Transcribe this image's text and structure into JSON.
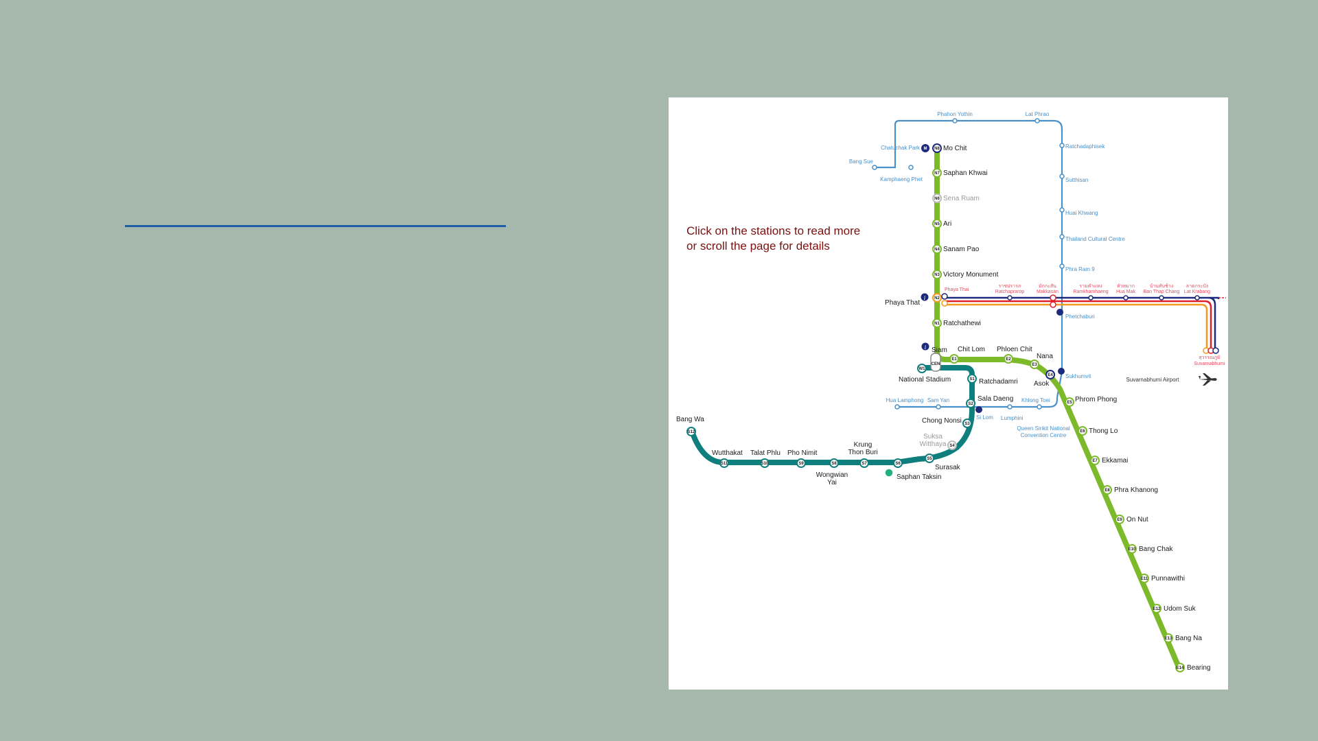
{
  "hint": {
    "line1": "Click on the stations to read more",
    "line2": "or scroll the page for details"
  },
  "colors": {
    "background": "#a6b7ac",
    "rule": "#1f5fa8",
    "sukhumvit_line": "#7cba2b",
    "silom_line": "#0f7f7d",
    "mrt_line": "#4a90c8",
    "airport_rail_red": "#e0202a",
    "airport_rail_orange": "#f29a1f",
    "airport_rail_navy": "#1b2a7a",
    "hint_text": "#7a1010"
  },
  "sukhumvit": {
    "N8": {
      "code": "N8",
      "name": "Mo Chit"
    },
    "N7": {
      "code": "N7",
      "name": "Saphan Khwai"
    },
    "N6": {
      "code": "N6",
      "name": "Sena Ruam"
    },
    "N5": {
      "code": "N5",
      "name": "Ari"
    },
    "N4": {
      "code": "N4",
      "name": "Sanam Pao"
    },
    "N3": {
      "code": "N3",
      "name": "Victory Monument"
    },
    "N2": {
      "code": "N2",
      "name": "Phaya That"
    },
    "N1": {
      "code": "N1",
      "name": "Ratchathewi"
    },
    "CEN": {
      "code": "CEN",
      "name": "Siam"
    },
    "E1": {
      "code": "E1",
      "name": "Chit Lom"
    },
    "E2": {
      "code": "E2",
      "name": "Phloen Chit"
    },
    "E3": {
      "code": "E3",
      "name": "Nana"
    },
    "E4": {
      "code": "E4",
      "name": "Asok"
    },
    "E5": {
      "code": "E5",
      "name": "Phrom Phong"
    },
    "E6": {
      "code": "E6",
      "name": "Thong Lo"
    },
    "E7": {
      "code": "E7",
      "name": "Ekkamai"
    },
    "E8": {
      "code": "E8",
      "name": "Phra Khanong"
    },
    "E9": {
      "code": "E9",
      "name": "On Nut"
    },
    "E10": {
      "code": "E10",
      "name": "Bang Chak"
    },
    "E11": {
      "code": "E11",
      "name": "Punnawithi"
    },
    "E12": {
      "code": "E12",
      "name": "Udom Suk"
    },
    "E13": {
      "code": "E13",
      "name": "Bang Na"
    },
    "E14": {
      "code": "E14",
      "name": "Bearing"
    }
  },
  "silom": {
    "W1": {
      "code": "W1",
      "name": "National Stadium"
    },
    "S1": {
      "code": "S1",
      "name": "Ratchadamri"
    },
    "S2": {
      "code": "S2",
      "name": "Sala Daeng"
    },
    "S3": {
      "code": "S3",
      "name": "Chong Nonsi"
    },
    "S4_line1": "Suksa",
    "S4_line2": "Witthaya",
    "S4": {
      "code": "S4"
    },
    "S5": {
      "code": "S5",
      "name": "Surasak"
    },
    "S6": {
      "code": "S6",
      "name": "Saphan Taksin"
    },
    "S7_line1": "Krung",
    "S7_line2": "Thon Buri",
    "S7": {
      "code": "S7"
    },
    "S8_line1": "Wongwian",
    "S8_line2": "Yai",
    "S8": {
      "code": "S8"
    },
    "S9": {
      "code": "S9",
      "name": "Pho Nimit"
    },
    "S10": {
      "code": "S10",
      "name": "Talat Phlu"
    },
    "S11": {
      "code": "S11",
      "name": "Wutthakat"
    },
    "S12": {
      "code": "S12",
      "name": "Bang Wa"
    }
  },
  "mrt": {
    "phahon_yothin": "Phahon Yothin",
    "lat_phrao": "Lat Phrao",
    "chatuchak_park": "Chatuchak Park",
    "bang_sue": "Bang Sue",
    "kamphaeng_phet": "Kamphaeng Phet",
    "ratchadaphisek": "Ratchadaphisek",
    "sutthisan": "Sutthisan",
    "huai_khwang": "Huai Khwang",
    "thailand_cultural_centre": "Thailand Cultural Centre",
    "phra_ram_9": "Phra Ram 9",
    "phetchaburi": "Phetchaburi",
    "sukhumvit": "Sukhumvit",
    "khlong_toei": "Khlong Toei",
    "lumphini": "Lumphini",
    "si_lom": "Si Lom",
    "sam_yan": "Sam Yan",
    "hua_lamphong": "Hua Lamphong",
    "qsncc_line1": "Queen Sirikit National",
    "qsncc_line2": "Convention Centre"
  },
  "airport_link": {
    "phaya_thai": "Phaya Thai",
    "ratchaprarop_th": "ราชปรารภ",
    "ratchaprarop": "Ratchaprarop",
    "makkasan_th": "มักกะสัน",
    "makkasan": "Makkasan",
    "ramkhamhaeng_th": "รามคำแหง",
    "ramkhamhaeng": "Ramkhamhaeng",
    "hua_mak_th": "หัวหมาก",
    "hua_mak": "Hua Mak",
    "ban_thap_chang_th": "บ้านทับช้าง",
    "ban_thap_chang": "Ban Thap Chang",
    "lat_krabang_th": "ลาดกระบัง",
    "lat_krabang": "Lat Krabang",
    "suvarnabhumi_th": "สุวรรณภูมิ",
    "suvarnabhumi": "Suvarnabhumi",
    "airport_name": "Suvarnabhumi Airport"
  },
  "icons": {
    "info": "info-icon",
    "airplane": "airplane-icon",
    "mrt": "mrt-icon",
    "pier": "boat-pier-icon"
  }
}
